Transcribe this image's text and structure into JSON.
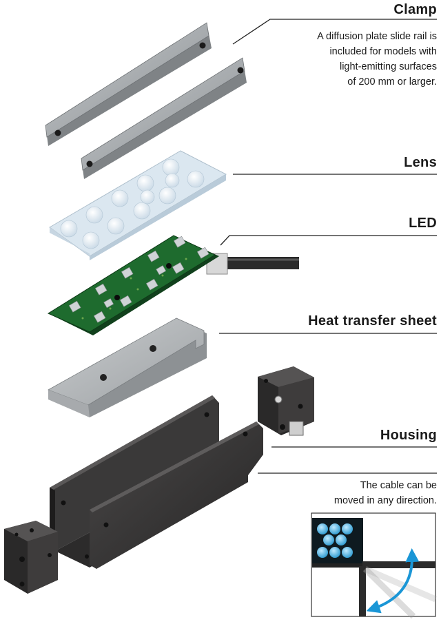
{
  "labels": {
    "clamp": "Clamp",
    "lens": "Lens",
    "led": "LED",
    "heat_sheet": "Heat transfer sheet",
    "housing": "Housing"
  },
  "notes": {
    "clamp": [
      "A diffusion plate slide rail is",
      "included for models with",
      "light-emitting surfaces",
      "of 200 mm or larger."
    ],
    "housing": [
      "The cable can be",
      "moved in any direction."
    ]
  },
  "colors": {
    "clamp_plate": "#a8acaf",
    "lens": "#e9f1f7",
    "pcb": "#1e6b2e",
    "led_chip": "#cfd3d6",
    "heat_sheet": "#b4b7b9",
    "housing": "#3b3a3a",
    "arrow": "#1a96d6",
    "led_glow": "#3fb4e0"
  }
}
